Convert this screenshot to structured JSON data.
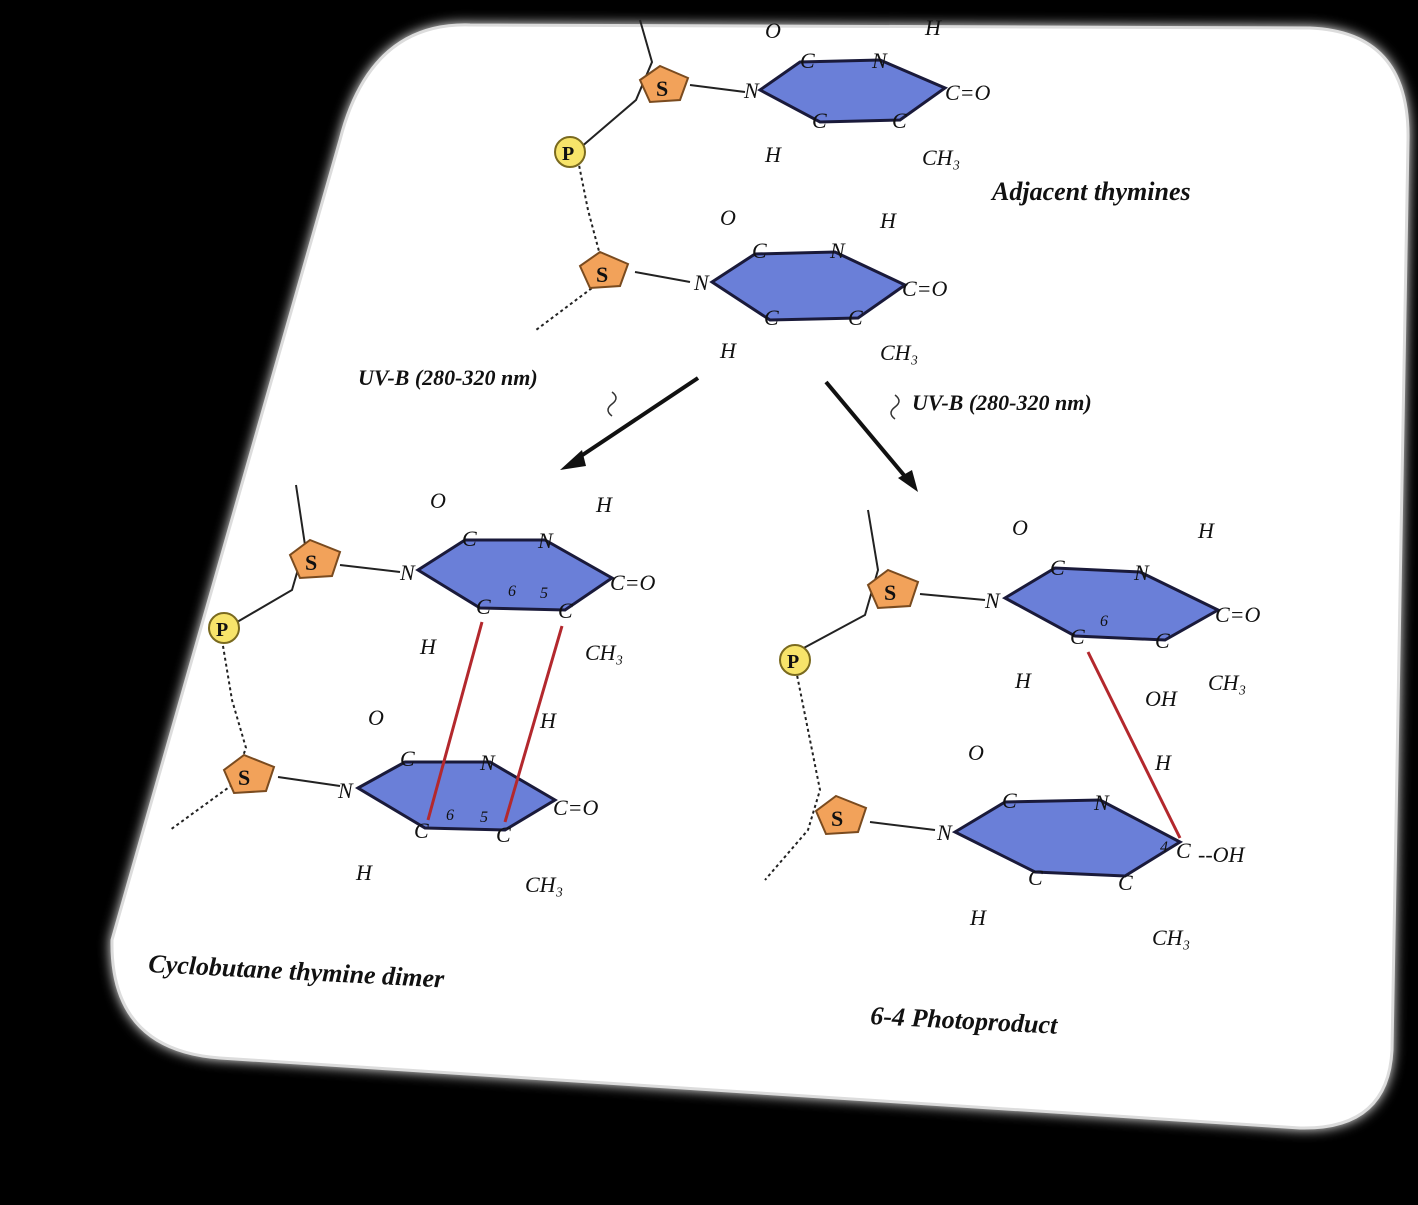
{
  "captions": {
    "top": "Adjacent thymines",
    "left": "Cyclobutane thymine dimer",
    "right": "6-4 Photoproduct"
  },
  "uv_labels": {
    "left": "UV-B (280-320 nm)",
    "right": "UV-B (280-320 nm)"
  },
  "atoms": {
    "S": "S",
    "P": "P",
    "N": "N",
    "C": "C",
    "O": "O",
    "H": "H",
    "C_eq_O": "C=O",
    "CH3": "CH₃",
    "OH": "OH",
    "dash_OH": "--OH"
  },
  "ring_numbers": {
    "five": "5",
    "six": "6",
    "four": "4"
  },
  "colors": {
    "card_background": "#ffffff",
    "page_background": "#000000",
    "ring_fill": "#6a7fd8",
    "sugar_fill": "#f2a25a",
    "phosphate_fill": "#f7e46a",
    "crosslink": "#b3282d"
  }
}
